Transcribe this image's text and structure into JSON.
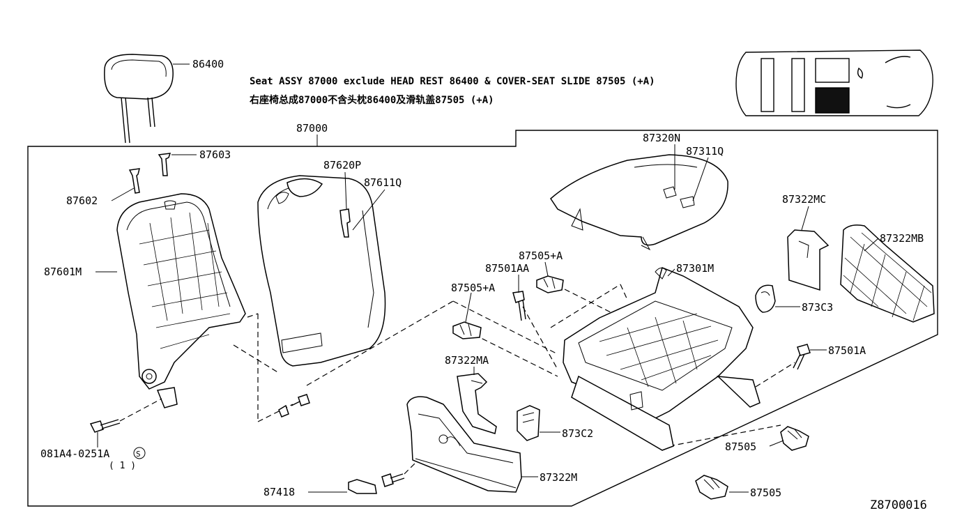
{
  "notes": {
    "english": "Seat ASSY 87000 exclude HEAD REST 86400 & COVER-SEAT SLIDE 87505 (+A)",
    "chinese": "右座椅总成87000不含头枕86400及滑轨盖87505 (+A)"
  },
  "part_labels": {
    "p86400": "86400",
    "p87000": "87000",
    "p87603": "87603",
    "p87602": "87602",
    "p87620P": "87620P",
    "p87611Q": "87611Q",
    "p87601M": "87601M",
    "p87320N": "87320N",
    "p87311Q": "87311Q",
    "p87322MC": "87322MC",
    "p87322MB": "87322MB",
    "p87505A_top": "87505+A",
    "p87501AA": "87501AA",
    "p87505A_mid": "87505+A",
    "p87301M": "87301M",
    "p873C3": "873C3",
    "p87501A": "87501A",
    "p87322MA": "87322MA",
    "p873C2": "873C2",
    "p87505_a": "87505",
    "p87505_b": "87505",
    "p081A4": "081A4-0251A",
    "p081A4_qty": "( 1 )",
    "p081A4_mark": "S",
    "p87418": "87418",
    "p87322M": "87322M"
  },
  "diagram_code": "Z8700016"
}
